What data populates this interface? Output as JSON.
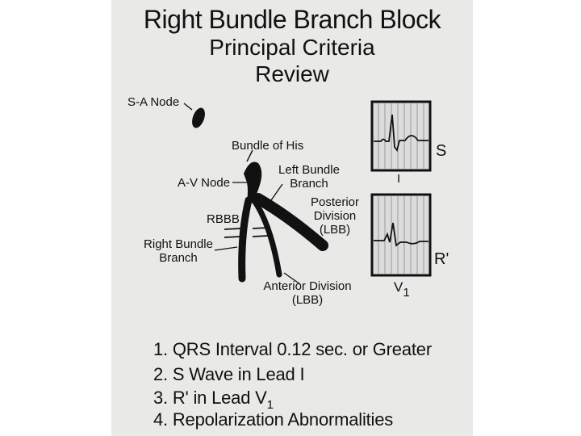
{
  "title": {
    "line1": "Right Bundle Branch Block",
    "line2": "Principal Criteria",
    "line3": "Review"
  },
  "labels": {
    "sa_node": "S-A Node",
    "bundle_of_his": "Bundle of His",
    "left_bundle_branch_1": "Left Bundle",
    "left_bundle_branch_2": "Branch",
    "av_node": "A-V Node",
    "posterior_1": "Posterior",
    "posterior_2": "Division",
    "posterior_3": "(LBB)",
    "rbbb": "RBBB",
    "right_bundle_1": "Right Bundle",
    "right_bundle_2": "Branch",
    "anterior_1": "Anterior Division",
    "anterior_2": "(LBB)"
  },
  "ecg": {
    "lead1_wave": "S",
    "lead1_name": "I",
    "v1_wave": "R'",
    "v1_name": "V",
    "v1_sub": "1"
  },
  "criteria": [
    {
      "text": "1. QRS Interval 0.12 sec. or Greater"
    },
    {
      "text": "2. S Wave in Lead  I"
    },
    {
      "text": "3. R' in Lead V",
      "sub": "1"
    },
    {
      "text": "4. Repolarization  Abnormalities"
    }
  ]
}
